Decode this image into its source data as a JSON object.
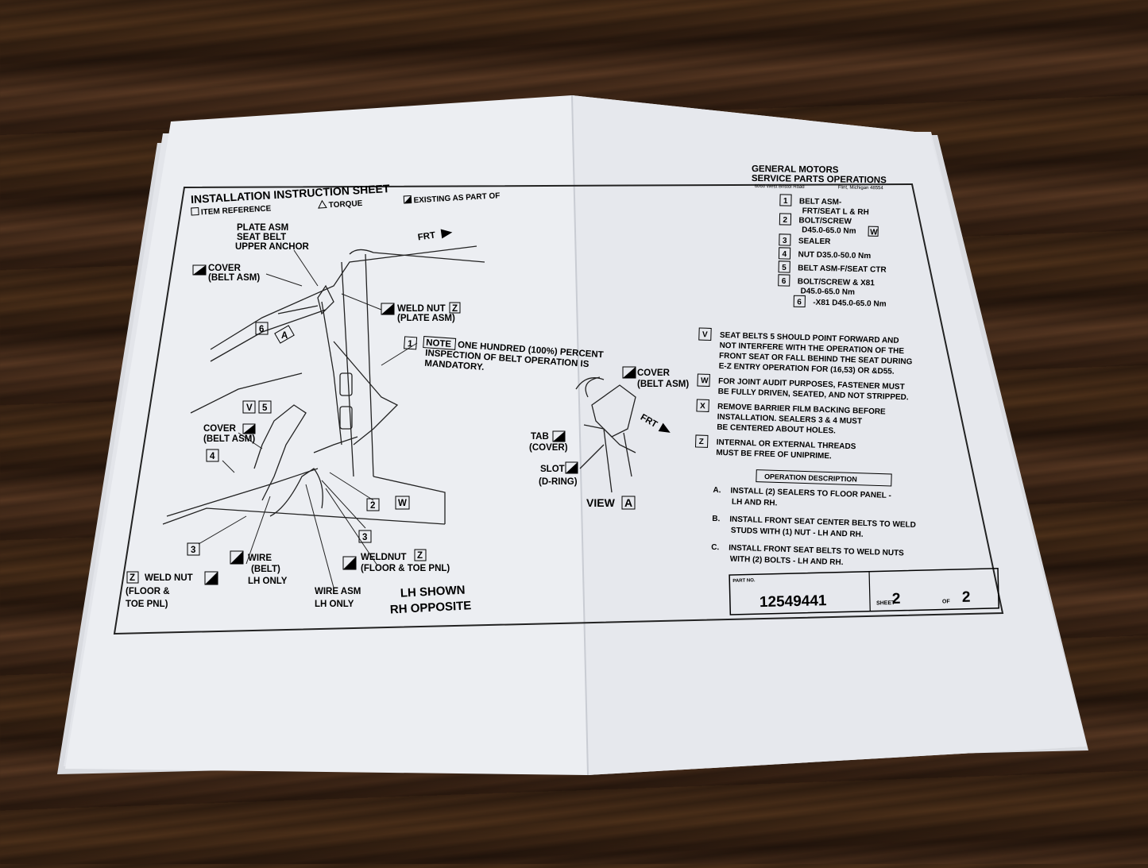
{
  "header": {
    "title": "INSTALLATION INSTRUCTION SHEET",
    "legend_item_reference": "ITEM REFERENCE",
    "legend_torque": "TORQUE",
    "legend_existing": "EXISTING AS PART OF",
    "company": "GENERAL MOTORS",
    "division": "SERVICE PARTS OPERATIONS",
    "address": "6060 West Bristol Road",
    "city": "Flint, Michigan 48554"
  },
  "parts": [
    {
      "num": "1",
      "text": "BELT ASM-",
      "text2": "FRT/SEAT L & RH"
    },
    {
      "num": "2",
      "text": "BOLT/SCREW",
      "text2": "D45.0-65.0 Nm",
      "flag": "W"
    },
    {
      "num": "3",
      "text": "SEALER"
    },
    {
      "num": "4",
      "text": "NUT D35.0-50.0 Nm"
    },
    {
      "num": "5",
      "text": "BELT ASM-F/SEAT CTR"
    },
    {
      "num": "6",
      "text": "BOLT/SCREW & X81",
      "text2": "D45.0-65.0 Nm"
    },
    {
      "num": "6",
      "text": "-X81  D45.0-65.0 Nm"
    }
  ],
  "notes": [
    {
      "flag": "V",
      "lines": [
        "SEAT BELTS 5 SHOULD POINT FORWARD AND",
        "NOT INTERFERE WITH THE OPERATION OF THE",
        "FRONT SEAT OR FALL BEHIND THE SEAT DURING",
        "E-Z ENTRY OPERATION FOR (16,53) OR &D55."
      ]
    },
    {
      "flag": "W",
      "lines": [
        "FOR JOINT AUDIT PURPOSES, FASTENER MUST",
        "BE FULLY DRIVEN, SEATED, AND NOT STRIPPED."
      ]
    },
    {
      "flag": "X",
      "lines": [
        "REMOVE BARRIER FILM BACKING BEFORE",
        "INSTALLATION.  SEALERS 3 & 4 MUST",
        "BE CENTERED ABOUT HOLES."
      ]
    },
    {
      "flag": "Z",
      "lines": [
        "INTERNAL OR EXTERNAL THREADS",
        "MUST BE FREE OF UNIPRIME."
      ]
    }
  ],
  "operation": {
    "heading": "OPERATION DESCRIPTION",
    "steps": [
      {
        "letter": "A.",
        "lines": [
          "INSTALL (2) SEALERS TO FLOOR PANEL -",
          "LH AND RH."
        ]
      },
      {
        "letter": "B.",
        "lines": [
          "INSTALL FRONT SEAT CENTER BELTS TO WELD",
          "STUDS WITH (1) NUT - LH AND RH."
        ]
      },
      {
        "letter": "C.",
        "lines": [
          "INSTALL FRONT SEAT BELTS TO WELD NUTS",
          "WITH (2) BOLTS - LH AND RH."
        ]
      }
    ]
  },
  "title_block": {
    "part_no_label": "PART NO.",
    "part_no": "12549441",
    "sheet_label": "SHEET",
    "sheet": "2",
    "of_label": "OF",
    "of": "2"
  },
  "callouts": {
    "plate_asm": "PLATE ASM",
    "seat_belt": "SEAT BELT",
    "upper_anchor": "UPPER ANCHOR",
    "frt": "FRT",
    "cover": "COVER",
    "belt_asm_paren": "(BELT ASM)",
    "weld_nut": "WELD NUT",
    "plate_asm_paren": "(PLATE ASM)",
    "note_label": "NOTE",
    "note_line1": "ONE HUNDRED (100%) PERCENT",
    "note_line2": "INSPECTION OF BELT OPERATION IS",
    "note_line3": "MANDATORY.",
    "cover_lower": "COVER",
    "belt_asm_lower": "(BELT ASM)",
    "wire": "WIRE",
    "belt_paren": "(BELT)",
    "lh_only": "LH ONLY",
    "wire_asm": "WIRE ASM",
    "lh_only2": "LH ONLY",
    "weldnut": "WELDNUT",
    "floor_toe": "(FLOOR & TOE PNL)",
    "weld_nut_left": "WELD NUT",
    "floor_and": "(FLOOR &",
    "toe_pnl": "TOE PNL)",
    "lh_shown": "LH SHOWN",
    "rh_opposite": "RH OPPOSITE",
    "view_cover": "COVER",
    "view_belt_asm": "(BELT ASM)",
    "tab": "TAB",
    "tab_cover": "(COVER)",
    "slot": "SLOT",
    "d_ring": "(D-RING)",
    "view": "VIEW",
    "view_letter": "A",
    "frt2": "FRT",
    "n1": "1",
    "n2": "2",
    "n3": "3",
    "n3b": "3",
    "n4": "4",
    "n5": "5",
    "n6": "6",
    "v": "V",
    "w": "W",
    "z": "Z",
    "a": "A"
  }
}
